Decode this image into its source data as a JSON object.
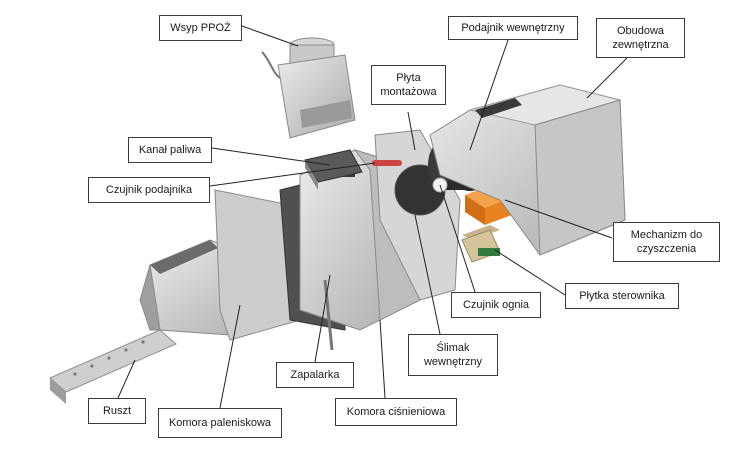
{
  "labels": {
    "wsyp": "Wsyp PPOŻ",
    "podajnik_wew": "Podajnik wewnętrzny",
    "obudowa": "Obudowa\nzewnętrzna",
    "plyta": "Płyta\nmontażowa",
    "kanal": "Kanał paliwa",
    "czujnik_pod": "Czujnik podajnika",
    "mechanizm": "Mechanizm do\nczyszczenia",
    "plytka": "Płytka sterownika",
    "czujnik_ognia": "Czujnik ognia",
    "slimak": "Ślimak\nwewnętrzny",
    "zapalarka": "Zapalarka",
    "ruszt": "Ruszt",
    "komora_pal": "Komora paleniskowa",
    "komora_cis": "Komora ciśnieniowa"
  },
  "colors": {
    "steel_light": "#d9d9d9",
    "steel_mid": "#b8b8b8",
    "steel_dark": "#8c8c8c",
    "dark_interior": "#4a4a4a",
    "motor": "#1e1e1e",
    "orange_mechanism": "#e8821f",
    "pcb_green": "#2f7a3c",
    "leader_line": "#222222"
  }
}
